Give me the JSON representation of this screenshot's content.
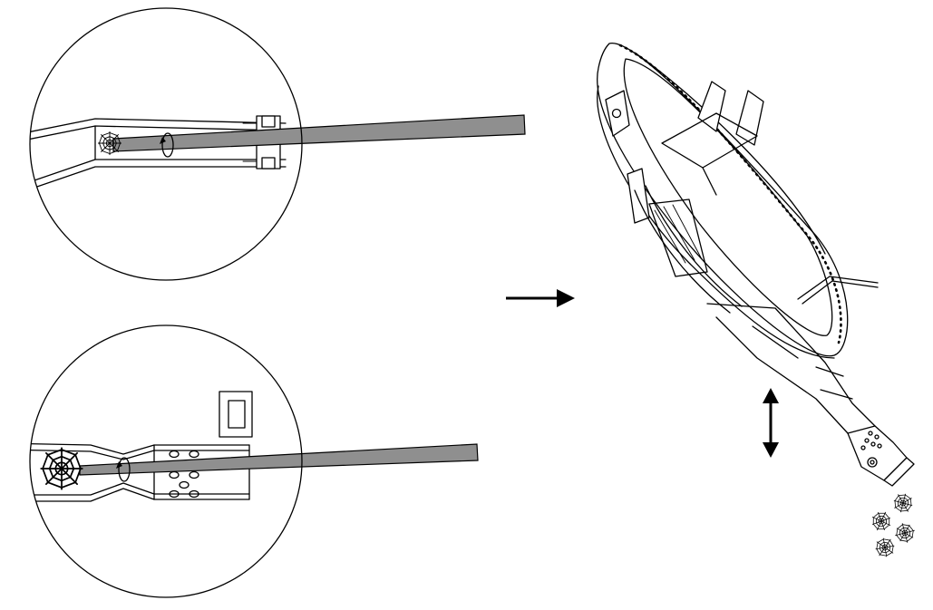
{
  "diagram": {
    "panels": [
      {
        "id": "zoom-top",
        "subject": "venturi-tube-side-view",
        "tool": "cleaning-rod",
        "obstruction": "spider-web",
        "motion": "rotate"
      },
      {
        "id": "zoom-bottom",
        "subject": "venturi-tube-top-view",
        "tool": "cleaning-rod",
        "obstruction": "spider-web",
        "motion": "rotate"
      },
      {
        "id": "burner",
        "subject": "ring-burner",
        "debris": "spider-webs",
        "motion": "shake-up-down"
      }
    ],
    "arrows": [
      "next-step-arrow",
      "up-down-arrow"
    ],
    "icons": [
      "spider-web-icon",
      "rotate-arrow-icon",
      "double-arrow-icon"
    ],
    "colors": {
      "line": "#000000",
      "rod_fill": "#8f8f8f",
      "background": "#ffffff"
    }
  }
}
